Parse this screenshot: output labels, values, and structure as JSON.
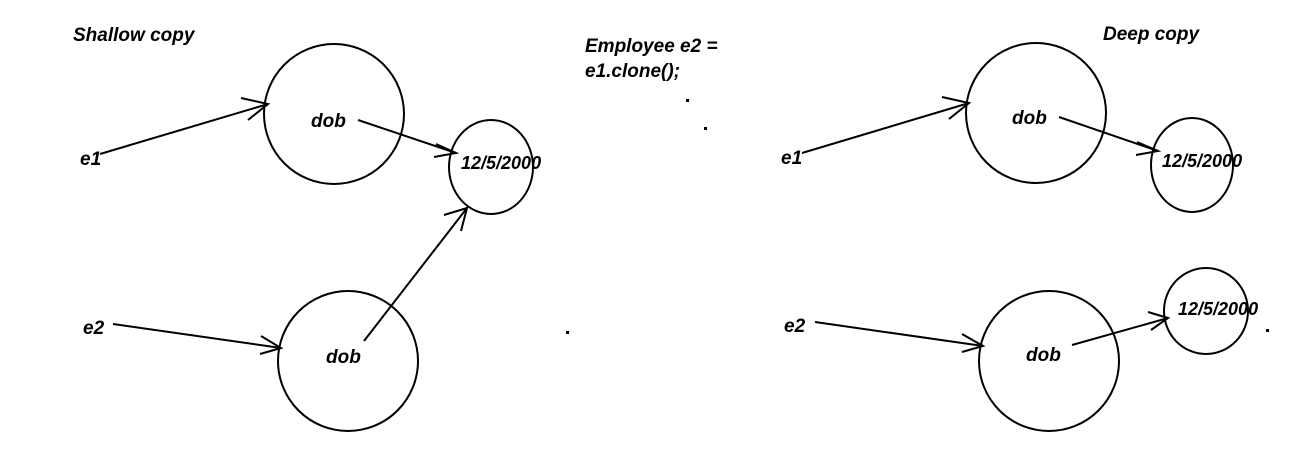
{
  "diagram": {
    "code_line_1": "Employee e2 =",
    "code_line_2": "e1.clone();",
    "shallow": {
      "title": "Shallow copy",
      "ref_e1": "e1",
      "ref_e2": "e2",
      "obj1_field": "dob",
      "obj2_field": "dob",
      "date_value": "12/5/2000"
    },
    "deep": {
      "title": "Deep copy",
      "ref_e1": "e1",
      "ref_e2": "e2",
      "obj1_field": "dob",
      "obj2_field": "dob",
      "date1_value": "12/5/2000",
      "date2_value": "12/5/2000"
    }
  }
}
